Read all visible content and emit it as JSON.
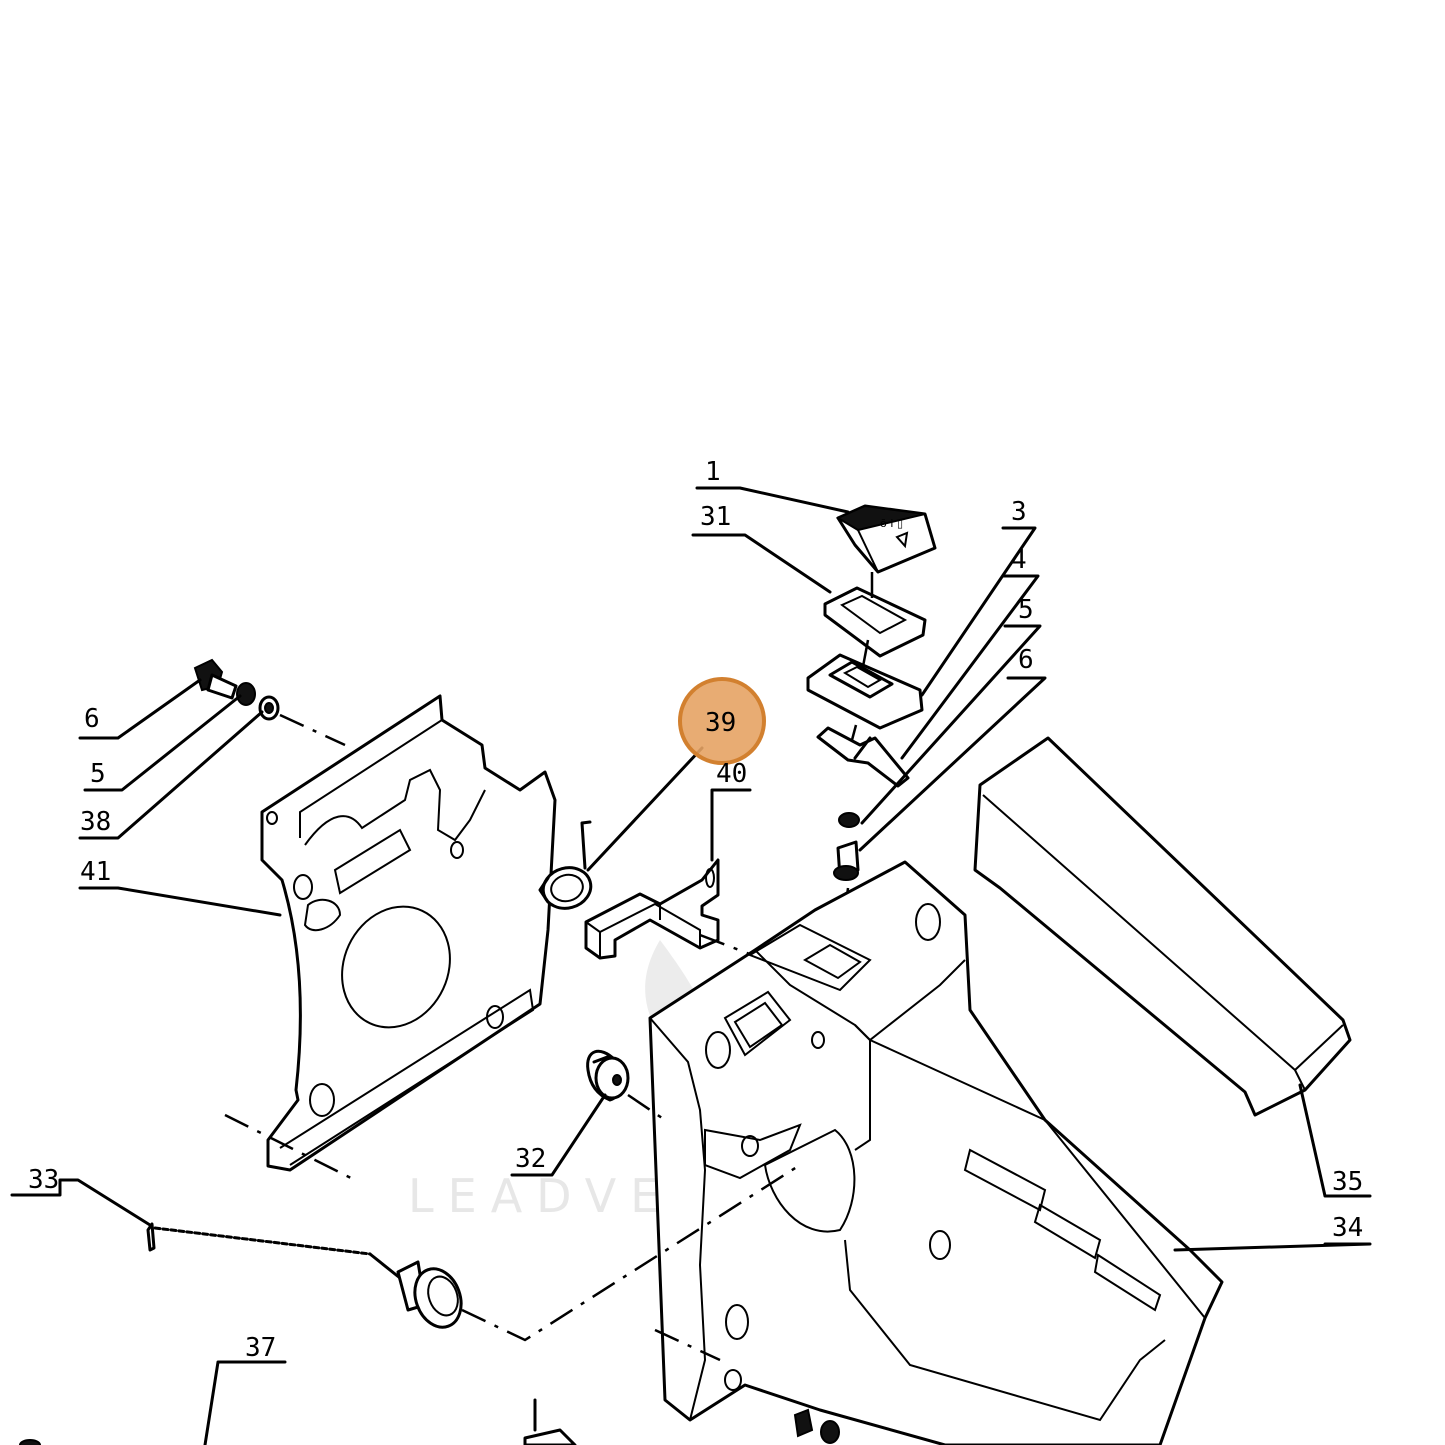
{
  "watermark": "LEADVENTURE",
  "highlight": {
    "part": "39",
    "color": "#e5a364"
  },
  "callouts": [
    {
      "id": "c1",
      "label": "1"
    },
    {
      "id": "c31",
      "label": "31"
    },
    {
      "id": "c3",
      "label": "3"
    },
    {
      "id": "c4",
      "label": "4"
    },
    {
      "id": "c5r",
      "label": "5"
    },
    {
      "id": "c6r",
      "label": "6"
    },
    {
      "id": "c39",
      "label": "39"
    },
    {
      "id": "c40",
      "label": "40"
    },
    {
      "id": "c6l",
      "label": "6"
    },
    {
      "id": "c5l",
      "label": "5"
    },
    {
      "id": "c38",
      "label": "38"
    },
    {
      "id": "c41",
      "label": "41"
    },
    {
      "id": "c32",
      "label": "32"
    },
    {
      "id": "c33",
      "label": "33"
    },
    {
      "id": "c35",
      "label": "35"
    },
    {
      "id": "c34",
      "label": "34"
    },
    {
      "id": "c37",
      "label": "37"
    }
  ]
}
